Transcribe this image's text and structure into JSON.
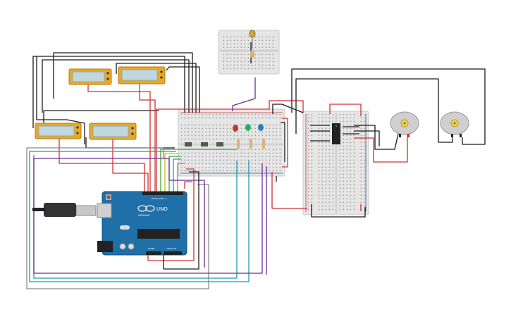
{
  "board": {
    "logo_text": "UNO",
    "brand_text": "ARDUINO",
    "digital_header": "DIGITAL (PWM ~)",
    "power_header": "POWER",
    "analog_header": "ANALOG IN"
  },
  "colors": {
    "wire_black": "#1a1a1a",
    "wire_red": "#d32f2f",
    "wire_purple": "#6a2c91",
    "wire_teal": "#1a9bb0",
    "wire_gray": "#8a8a8a",
    "wire_green": "#3aa53a",
    "wire_yellow": "#e0b000",
    "board_blue": "#1f6fa8",
    "breadboard": "#e6e6e6",
    "lcd_frame": "#e7a92a",
    "lcd_screen": "#bfd7dd",
    "motor_body": "#cfcfcf",
    "motor_hub": "#f3d35a",
    "led_red": "#c0392b",
    "led_green": "#27ae60",
    "led_blue": "#2980b9"
  },
  "icons": [
    "usb-plug-icon",
    "dc-motor-icon",
    "led-icon",
    "resistor-icon",
    "photoresistor-icon"
  ]
}
